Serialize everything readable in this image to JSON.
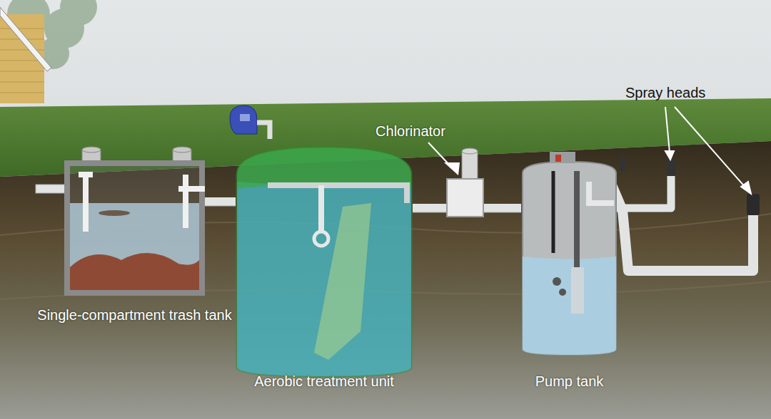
{
  "diagram": {
    "nodes": [
      {
        "text": [
          "Single-compartment trash tank"
        ]
      },
      {
        "text": [
          "Aerobic treatment unit"
        ]
      },
      {
        "text": [
          "Chlorinator"
        ]
      },
      {
        "text": [
          "Pump tank"
        ]
      }
    ],
    "edges": [
      {
        "from": 0,
        "to": 1,
        "arrow": "none"
      },
      {
        "from": 1,
        "to": 2,
        "arrow": "none"
      },
      {
        "from": 2,
        "to": 3,
        "arrow": "none"
      }
    ],
    "labels": [
      "Spray heads"
    ]
  }
}
